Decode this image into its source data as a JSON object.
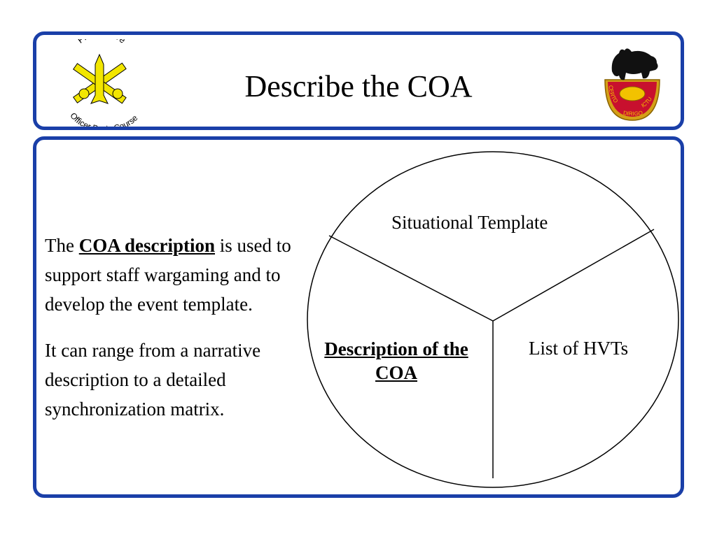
{
  "header": {
    "title": "Describe the COA",
    "left_logo": {
      "top_text": "First to Fire",
      "bottom_text": "Officer Basic Course"
    },
    "right_logo": {
      "ribbon_left": "CERTO",
      "ribbon_right": "ICTU",
      "ribbon_bottom": "DIRIGO"
    }
  },
  "body": {
    "paragraph1": {
      "lead": "The",
      "term": "COA description",
      "rest": "is used to support staff wargaming and to develop the event template."
    },
    "paragraph2": "It can range from a narrative description to a detailed synchronization matrix."
  },
  "diagram": {
    "segments": [
      {
        "label": "Situational Template"
      },
      {
        "label": "Description of the COA",
        "emphasized": true
      },
      {
        "label": "List of HVTs"
      }
    ]
  },
  "colors": {
    "border": "#1a3fa8",
    "logo_yellow": "#f2e600",
    "crest_red": "#c8102e",
    "crest_gold": "#d4a017"
  }
}
